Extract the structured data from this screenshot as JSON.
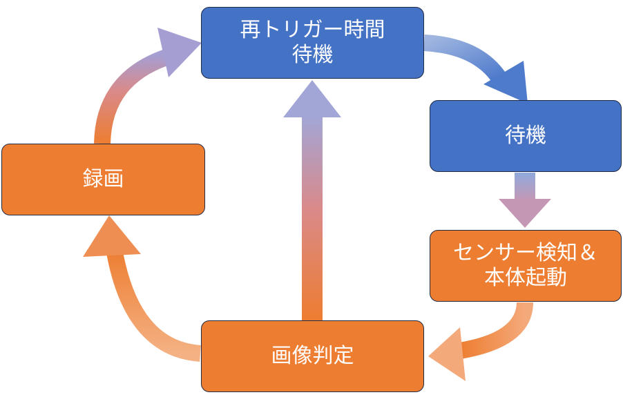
{
  "nodes": {
    "retrigger_wait": {
      "line1": "再トリガー時間",
      "line2": "待機"
    },
    "standby": {
      "label": "待機"
    },
    "sensor_start": {
      "line1": "センサー検知＆",
      "line2": "本体起動"
    },
    "image_judge": {
      "label": "画像判定"
    },
    "recording": {
      "label": "録画"
    }
  },
  "colors": {
    "blue": "#4472c4",
    "orange": "#ed7d31",
    "arrow_blue": "#8faadc",
    "arrow_purple": "#b49ac6",
    "arrow_orange": "#f4b183",
    "border": "#1f2a44"
  }
}
